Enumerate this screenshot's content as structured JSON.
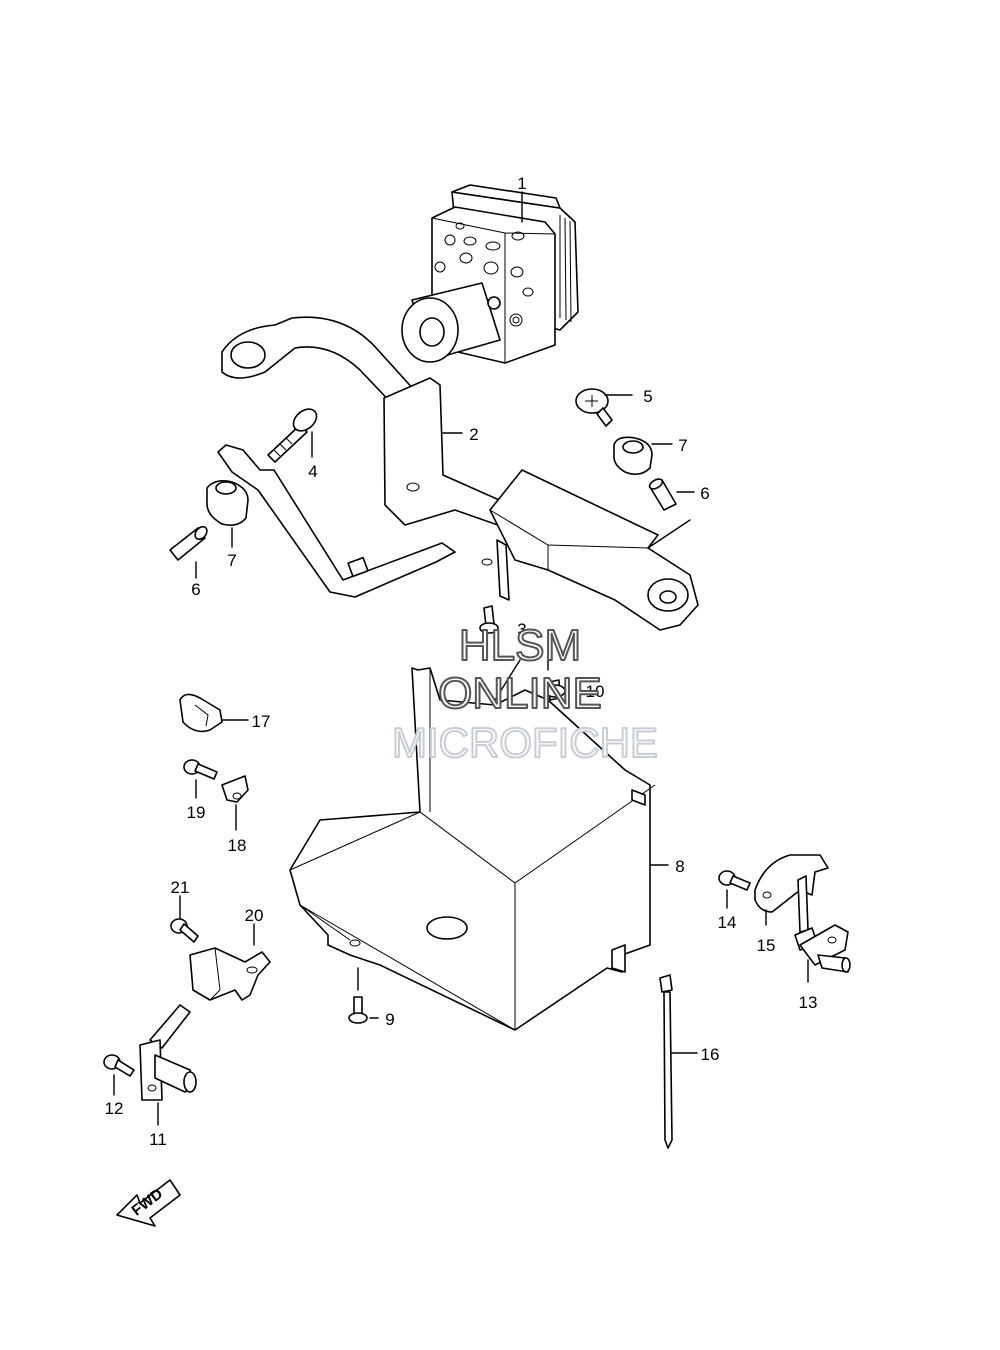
{
  "watermark": {
    "line1": "HLSM",
    "line2": "ONLINE",
    "line3": "MICROFICHE",
    "color_dark": "#555555",
    "color_light": "#c8ccd4"
  },
  "direction_arrow": {
    "label": "FWD",
    "icon": "fwd-arrow-icon"
  },
  "callouts": {
    "c1": "1",
    "c2": "2",
    "c3": "3",
    "c4": "4",
    "c5": "5",
    "c6a": "6",
    "c6b": "6",
    "c7a": "7",
    "c7b": "7",
    "c8": "8",
    "c9": "9",
    "c10": "10",
    "c11": "11",
    "c12": "12",
    "c13": "13",
    "c14": "14",
    "c15": "15",
    "c16": "16",
    "c17": "17",
    "c18": "18",
    "c19": "19",
    "c20": "20",
    "c21": "21"
  },
  "parts": [
    {
      "ref": "1",
      "name": "abs-hydraulic-unit"
    },
    {
      "ref": "2",
      "name": "abs-unit-bracket"
    },
    {
      "ref": "3",
      "name": "bolt"
    },
    {
      "ref": "4",
      "name": "bolt"
    },
    {
      "ref": "5",
      "name": "bolt"
    },
    {
      "ref": "6",
      "name": "collar"
    },
    {
      "ref": "7",
      "name": "cushion"
    },
    {
      "ref": "8",
      "name": "battery-holder"
    },
    {
      "ref": "9",
      "name": "bolt"
    },
    {
      "ref": "10",
      "name": "nut"
    },
    {
      "ref": "11",
      "name": "front-wheel-speed-sensor"
    },
    {
      "ref": "12",
      "name": "bolt"
    },
    {
      "ref": "13",
      "name": "rear-wheel-speed-sensor"
    },
    {
      "ref": "14",
      "name": "bolt"
    },
    {
      "ref": "15",
      "name": "sensor-bracket"
    },
    {
      "ref": "16",
      "name": "cable-tie"
    },
    {
      "ref": "17",
      "name": "clamp"
    },
    {
      "ref": "18",
      "name": "clamp"
    },
    {
      "ref": "19",
      "name": "bolt"
    },
    {
      "ref": "20",
      "name": "clamp"
    },
    {
      "ref": "21",
      "name": "bolt"
    }
  ]
}
